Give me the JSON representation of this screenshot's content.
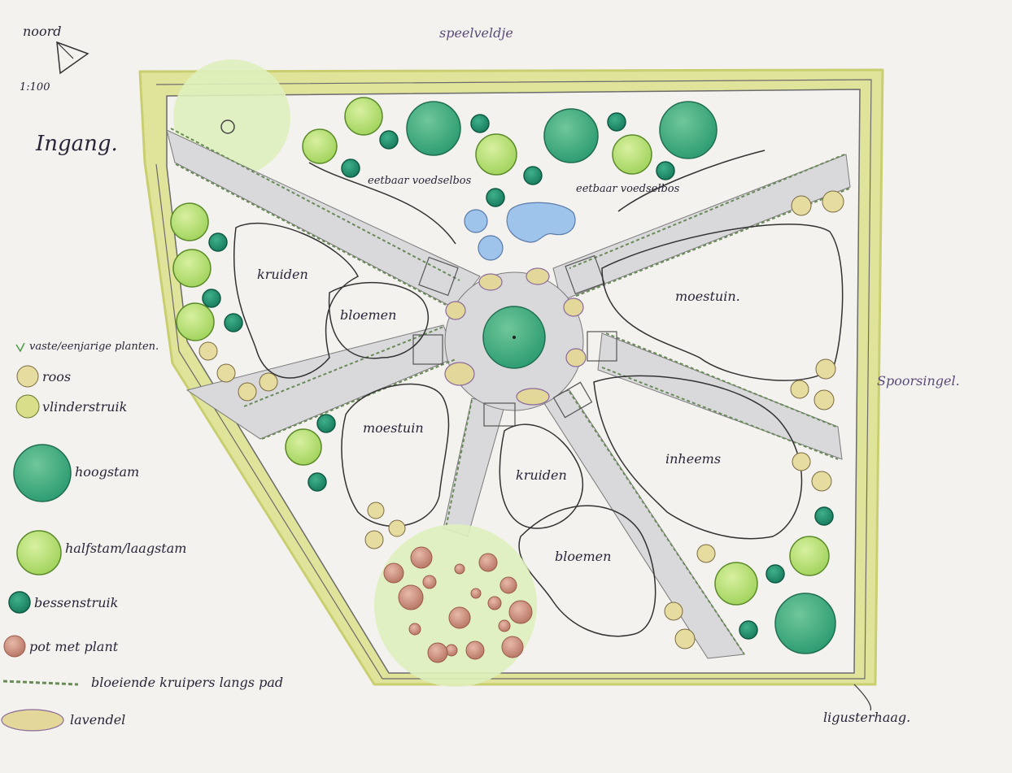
{
  "compass": {
    "label": "noord"
  },
  "scale": "1:100",
  "labels": {
    "top": "speelveldje",
    "entrance": "Ingang.",
    "right": "Spoorsingel.",
    "hedge": "ligusterhaag."
  },
  "beds": {
    "food_forest": "eetbaar voedselbos",
    "herbs": "kruiden",
    "flowers": "bloemen",
    "vegetables": "moestuin.",
    "vegetables2": "moestuin",
    "native": "inheems"
  },
  "legend": [
    {
      "id": "perennials",
      "icon": "grass-tick-icon",
      "label": "vaste/eenjarige planten."
    },
    {
      "id": "rose",
      "icon": "rose-icon",
      "label": "roos"
    },
    {
      "id": "butterfly-bush",
      "icon": "butterfly-bush-icon",
      "label": "vlinderstruik"
    },
    {
      "id": "standard-tree",
      "icon": "standard-tree-icon",
      "label": "hoogstam"
    },
    {
      "id": "half-standard-tree",
      "icon": "half-standard-tree-icon",
      "label": "halfstam/laagstam"
    },
    {
      "id": "berry-bush",
      "icon": "berry-bush-icon",
      "label": "bessenstruik"
    },
    {
      "id": "pot",
      "icon": "pot-icon",
      "label": "pot met plant"
    },
    {
      "id": "climbers",
      "icon": "climbers-icon",
      "label": "bloeiende kruipers langs pad"
    },
    {
      "id": "lavender",
      "icon": "lavender-icon",
      "label": "lavendel"
    }
  ],
  "colors": {
    "paper": "#f4f2ee",
    "hedge": "#dfe49a",
    "path": "#d9d9dc",
    "tree_dark": "#3aa37a",
    "tree_light": "#b7e07a",
    "berry": "#1f8a6a",
    "pond": "#9fc4ec",
    "rose": "#e9dca0",
    "pot": "#c98d7a"
  }
}
